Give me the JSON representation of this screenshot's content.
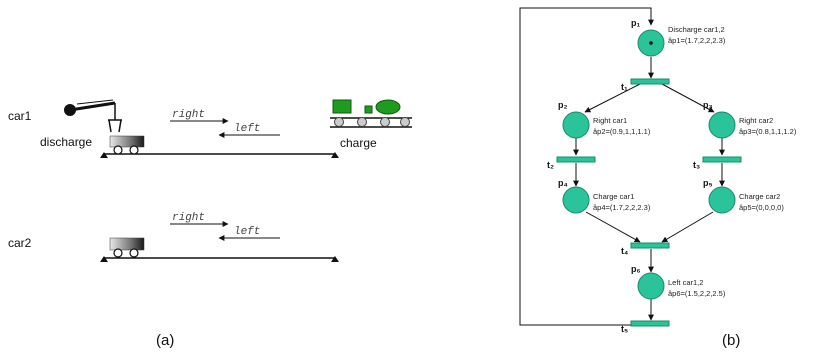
{
  "panel_a": {
    "car1_label": "car1",
    "car2_label": "car2",
    "discharge_label": "discharge",
    "charge_label": "charge",
    "top_right": "right",
    "top_left": "left",
    "bottom_right": "right",
    "bottom_left": "left",
    "caption": "(a)"
  },
  "panel_b": {
    "caption": "(b)",
    "places": [
      {
        "id": "p1",
        "label": "p₁",
        "name": "Discharge car1,2",
        "vector": "âp1=(1.7,2,2,2.3)"
      },
      {
        "id": "p2",
        "label": "p₂",
        "name": "Right car1",
        "vector": "âp2=(0.9,1,1,1.1)"
      },
      {
        "id": "p3",
        "label": "p₃",
        "name": "Right car2",
        "vector": "âp3=(0.8,1,1,1.2)"
      },
      {
        "id": "p4",
        "label": "p₄",
        "name": "Charge car1",
        "vector": "âp4=(1.7,2,2,2.3)"
      },
      {
        "id": "p5",
        "label": "p₅",
        "name": "Charge car2",
        "vector": "âp5=(0,0,0,0)"
      },
      {
        "id": "p6",
        "label": "p₆",
        "name": "Left car1,2",
        "vector": "âp6=(1.5,2,2,2.5)"
      }
    ],
    "transitions": [
      {
        "id": "t1",
        "label": "t₁"
      },
      {
        "id": "t2",
        "label": "t₂"
      },
      {
        "id": "t3",
        "label": "t₃"
      },
      {
        "id": "t4",
        "label": "t₄"
      },
      {
        "id": "t5",
        "label": "t₅"
      }
    ]
  },
  "colors": {
    "place_fill": "#2bc39a",
    "transition_fill": "#2bc39a",
    "car_dark": "#222222",
    "locomotive_green": "#1f9b1f"
  }
}
